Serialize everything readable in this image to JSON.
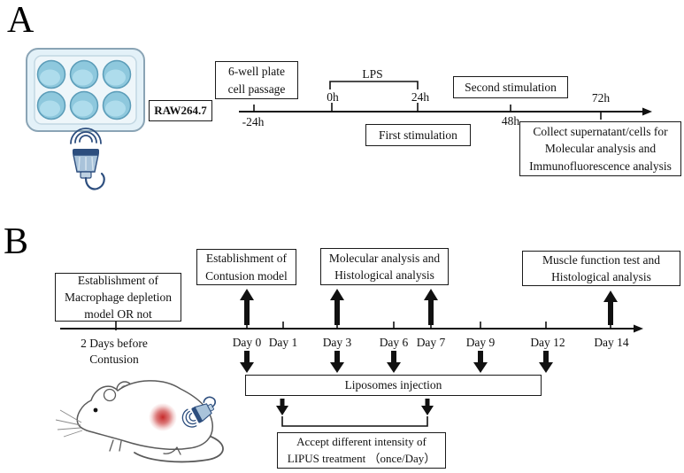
{
  "figure": {
    "panelA": {
      "letter": "A",
      "cell_line_label": "RAW264.7",
      "boxes": {
        "passage": "6-well plate\ncell passage",
        "first_stimulation": "First stimulation",
        "second_stimulation": "Second stimulation",
        "collect": "Collect supernatant/cells for\nMolecular analysis and\nImmunofluorescence analysis"
      },
      "lps_label": "LPS",
      "ticks": [
        {
          "label": "-24h"
        },
        {
          "label": "0h"
        },
        {
          "label": "24h"
        },
        {
          "label": "48h"
        },
        {
          "label": "72h"
        }
      ]
    },
    "panelB": {
      "letter": "B",
      "boxes": {
        "macrophage": "Establishment of\nMacrophage depletion\nmodel OR not",
        "contusion": "Establishment of\nContusion model",
        "molecular": "Molecular analysis and\nHistological analysis",
        "muscle": "Muscle function test and\nHistological analysis",
        "liposomes": "Liposomes injection",
        "lipus": "Accept different intensity of\nLIPUS treatment （once/Day）"
      },
      "pre_label": "2 Days before\nContusion",
      "days": [
        {
          "label": "Day 0"
        },
        {
          "label": "Day 1"
        },
        {
          "label": "Day 3"
        },
        {
          "label": "Day 6"
        },
        {
          "label": "Day 7"
        },
        {
          "label": "Day 9"
        },
        {
          "label": "Day 12"
        },
        {
          "label": "Day 14"
        }
      ]
    },
    "illustrations": {
      "well_plate": "six-well-plate",
      "transducer": "ultrasound-transducer",
      "mouse": "mouse-with-muscle-contusion"
    },
    "colors": {
      "line_black": "#111111",
      "plate_frame": "#9fb9c9",
      "plate_fill": "#e3f1f8",
      "well_fill": "#8ec8dd",
      "well_highlight": "#aedcec",
      "probe_dark": "#2d4e7e",
      "probe_body": "#a9c3da",
      "injury_red": "#c41f1f",
      "mouse_outline": "#5a5a5a"
    }
  }
}
